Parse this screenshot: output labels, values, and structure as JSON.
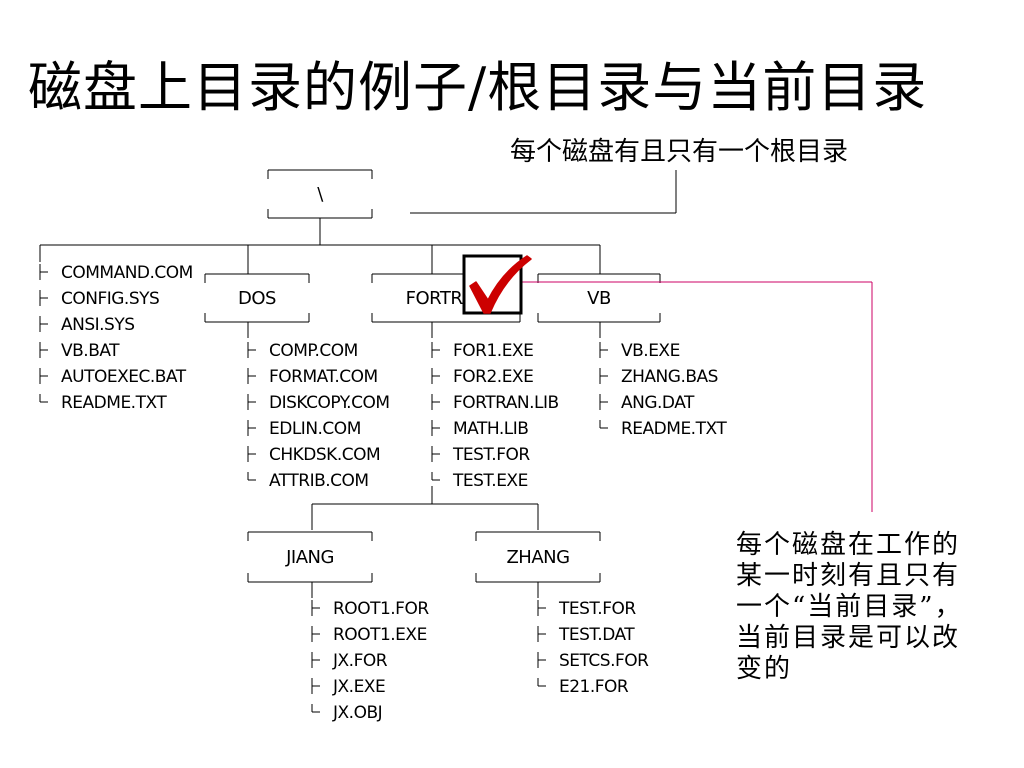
{
  "title": "磁盘上目录的例子/根目录与当前目录",
  "annotations": {
    "root_note": "每个磁盘有且只有一个根目录",
    "current_note": "每个磁盘在工作的某一时刻有且只有一个“当前目录”，当前目录是可以改变的"
  },
  "tree": {
    "root": {
      "label": "\\",
      "files": [
        "COMMAND.COM",
        "CONFIG.SYS",
        "ANSI.SYS",
        "VB.BAT",
        "AUTOEXEC.BAT",
        "README.TXT"
      ]
    },
    "dirs": [
      {
        "label": "DOS",
        "files": [
          "COMP.COM",
          "FORMAT.COM",
          "DISKCOPY.COM",
          "EDLIN.COM",
          "CHKDSK.COM",
          "ATTRIB.COM"
        ]
      },
      {
        "label": "FORTRAN",
        "files": [
          "FOR1.EXE",
          "FOR2.EXE",
          "FORTRAN.LIB",
          "MATH.LIB",
          "TEST.FOR",
          "TEST.EXE"
        ]
      },
      {
        "label": "VB",
        "files": [
          "VB.EXE",
          "ZHANG.BAS",
          "ANG.DAT",
          "README.TXT"
        ]
      }
    ],
    "subdirs": [
      {
        "label": "JIANG",
        "files": [
          "ROOT1.FOR",
          "ROOT1.EXE",
          "JX.FOR",
          "JX.EXE",
          "JX.OBJ"
        ]
      },
      {
        "label": "ZHANG",
        "files": [
          "TEST.FOR",
          "TEST.DAT",
          "SETCS.FOR",
          "E21.FOR"
        ]
      }
    ]
  },
  "current_dir_marker": {
    "icon": "checkmark-icon",
    "color": "#cc0000"
  },
  "colors": {
    "connector_current": "#cc0066"
  }
}
